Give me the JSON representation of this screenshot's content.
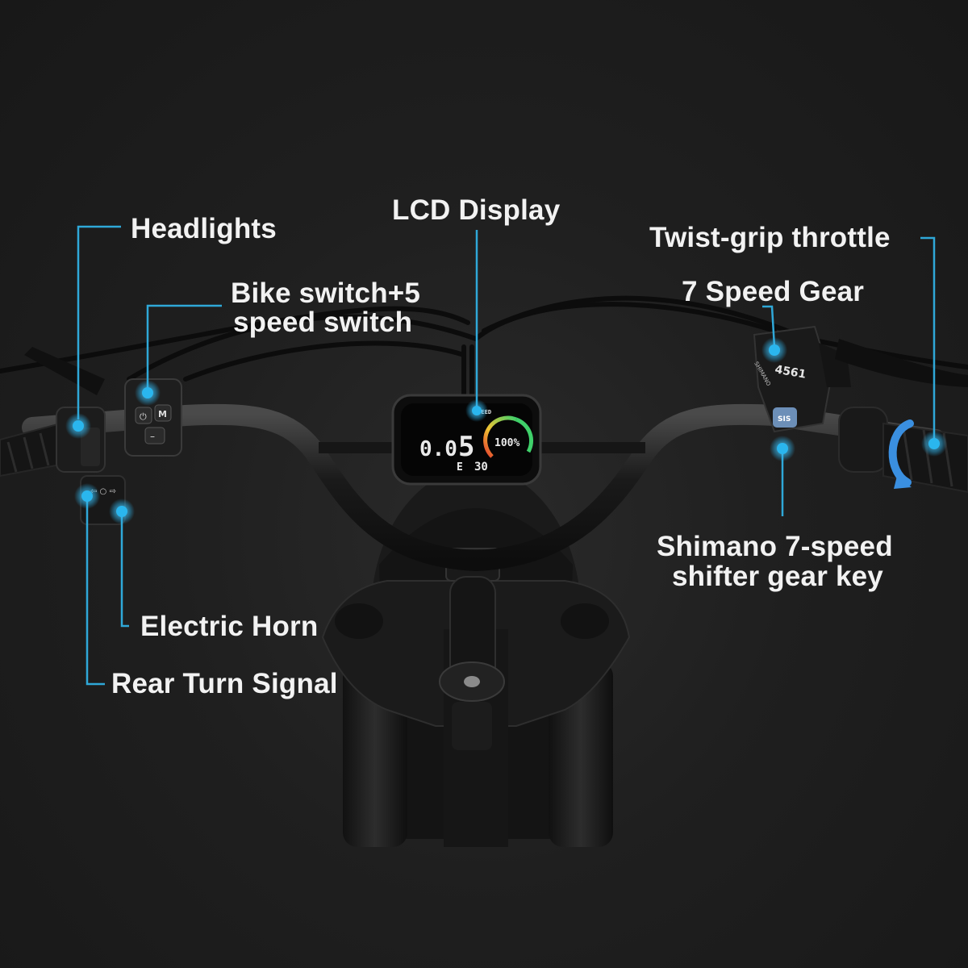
{
  "labels": {
    "headlights": "Headlights",
    "bike_switch_line1": "Bike switch+5",
    "bike_switch_line2": "speed switch",
    "lcd_display": "LCD Display",
    "twist_grip": "Twist-grip throttle",
    "seven_speed_gear": "7 Speed Gear",
    "shimano_line1": "Shimano 7-speed",
    "shimano_line2": "shifter gear key",
    "electric_horn": "Electric Horn",
    "rear_turn_signal": "Rear Turn Signal"
  },
  "lcd": {
    "speed": "0.0",
    "assist_level": "5",
    "battery": "100%",
    "odometer_prefix": "E",
    "odometer": "30",
    "header": "SPEED"
  },
  "shifter": {
    "gear_numbers": "4561",
    "brand": "SHIMANO",
    "logo": "SIS"
  },
  "colors": {
    "callout": "#2fa8d8",
    "marker": "#3bb8ea",
    "label_text": "#f2f2f2",
    "background": "#1f1f1f"
  }
}
